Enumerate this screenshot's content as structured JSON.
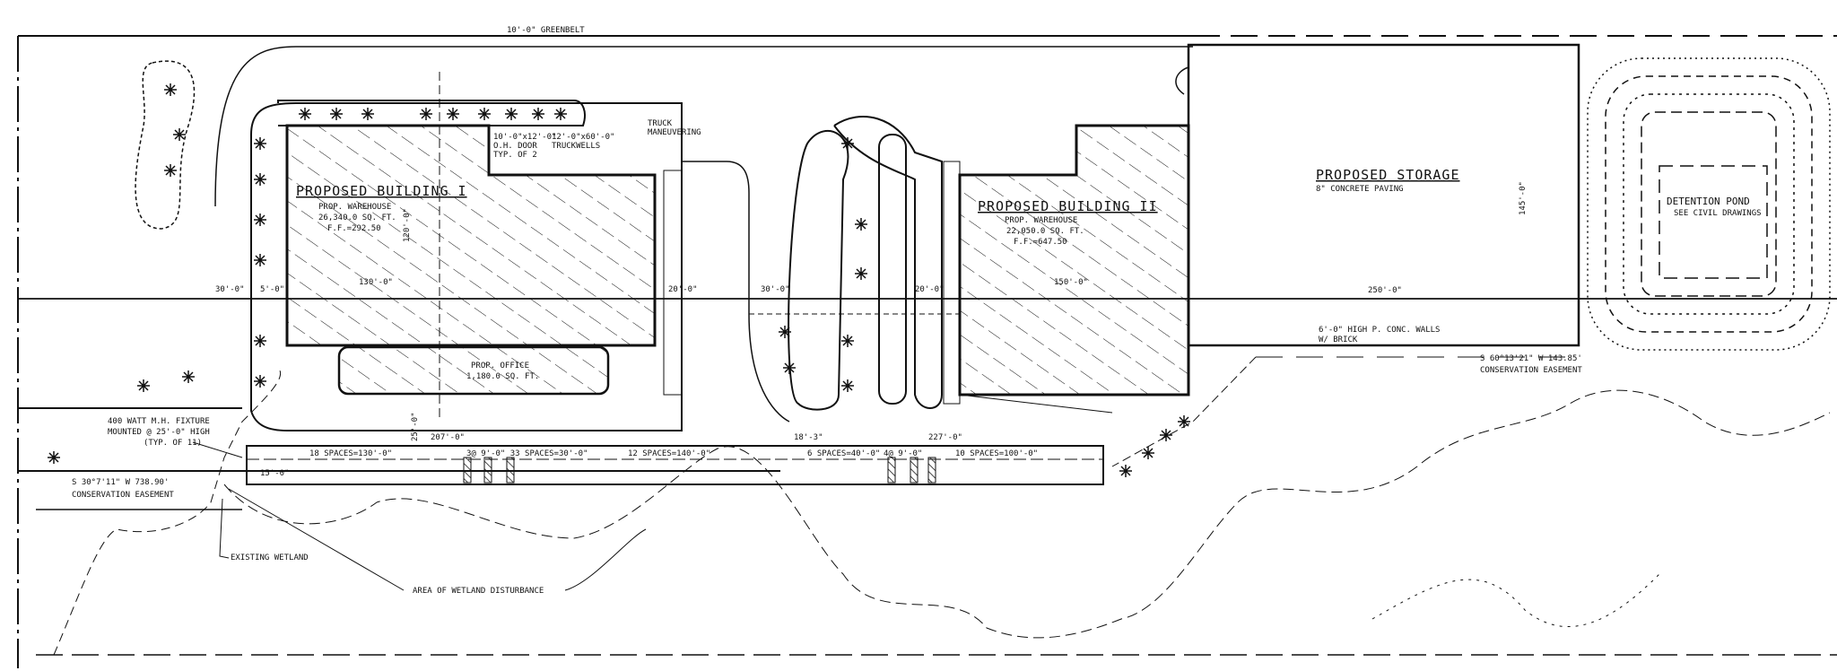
{
  "colors": {
    "ink": "#111111",
    "paper": "#ffffff"
  },
  "labels": {
    "greenbelt": "10'-0\" GREENBELT",
    "building1": {
      "title": "PROPOSED BUILDING I",
      "use": "PROP. WAREHOUSE",
      "area": "26,340.0 SQ. FT.",
      "ff": "F.F.=292.50",
      "length": "130'-0\"",
      "width": "120'-0\""
    },
    "office": {
      "title": "PROP. OFFICE",
      "area": "1,180.0 SQ. FT."
    },
    "door_note": [
      "10'-0\"x12'-0\"",
      "O.H. DOOR",
      "TYP. OF 2"
    ],
    "truckwells": [
      "12'-0\"x60'-0\"",
      "TRUCKWELLS"
    ],
    "truck_maneuvering": [
      "TRUCK",
      "MANEUVERING"
    ],
    "building2": {
      "title": "PROPOSED BUILDING II",
      "use": "PROP. WAREHOUSE",
      "area": "22,050.0 SQ. FT.",
      "ff": "F.F.=647.50",
      "length": "150'-0\""
    },
    "storage": {
      "title": "PROPOSED STORAGE",
      "paving": "8\" CONCRETE PAVING",
      "length": "250'-0\"",
      "depth": "145'-0\""
    },
    "pond": {
      "title": "DETENTION POND",
      "note": "SEE CIVIL DRAWINGS"
    },
    "wall_note": [
      "6'-0\" HIGH P. CONC. WALLS",
      "W/ BRICK"
    ],
    "fixture_note": [
      "400 WATT M.H. FIXTURE",
      "MOUNTED @ 25'-0\" HIGH",
      "(TYP. OF 11)"
    ],
    "easement_left": [
      "S 30°7'11\" W 738.90'",
      "CONSERVATION EASEMENT"
    ],
    "easement_right": [
      "S 60°13'21\" W 143.85'",
      "CONSERVATION EASEMENT"
    ],
    "existing_wetland": "EXISTING WETLAND",
    "wetland_disturbance": "AREA OF WETLAND DISTURBANCE",
    "dims": {
      "d30": "30'-0\"",
      "d5": "5'-0\"",
      "d20": "20'-0\"",
      "d207": "207'-0\"",
      "d18_3": "18'-3\"",
      "d227": "227'-0\"",
      "d25": "25'-0\"",
      "d15": "15'-0\""
    },
    "parking": {
      "p18": "18 SPACES=130'-0\"",
      "p33": "3@ 9'-0\" 33 SPACES=30'-0\"",
      "p12": "12 SPACES=140'-0\"",
      "p6": "6 SPACES=40'-0\"",
      "p4": "4@ 9'-0\"",
      "p10": "10 SPACES=100'-0\""
    }
  }
}
